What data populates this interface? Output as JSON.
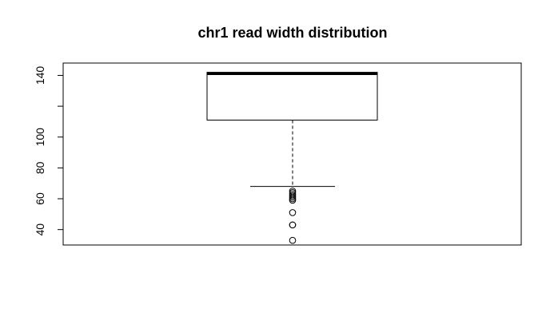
{
  "chart_data": {
    "type": "boxplot",
    "title": "chr1 read width distribution",
    "xlabel": "",
    "ylabel": "",
    "ylim": [
      30,
      148
    ],
    "yticks": [
      40,
      60,
      80,
      100,
      140
    ],
    "grid": false,
    "box": {
      "lower_whisker": 68,
      "q1": 111,
      "median": 141,
      "q3": 142,
      "upper_whisker": 142
    },
    "outliers": [
      33,
      43,
      43,
      51,
      59,
      60,
      61,
      62,
      63,
      64,
      65
    ],
    "colors": {
      "stroke": "#000000",
      "background": "#ffffff"
    }
  }
}
